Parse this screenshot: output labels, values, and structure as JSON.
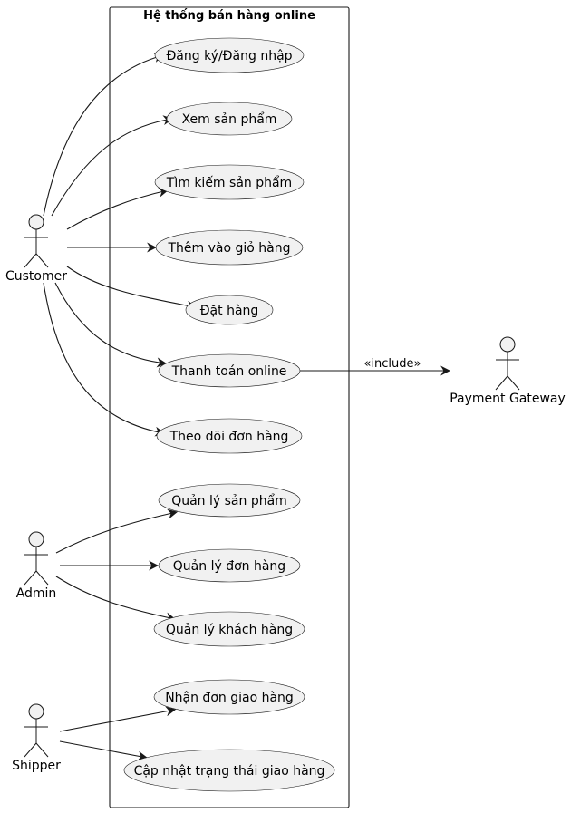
{
  "system": {
    "title": "Hệ thống bán hàng online"
  },
  "actors": {
    "customer": "Customer",
    "admin": "Admin",
    "shipper": "Shipper",
    "payment_gateway": "Payment Gateway"
  },
  "use_cases": [
    {
      "id": "register-login",
      "label": "Đăng ký/Đăng nhập"
    },
    {
      "id": "view-products",
      "label": "Xem sản phẩm"
    },
    {
      "id": "search-products",
      "label": "Tìm kiếm sản phẩm"
    },
    {
      "id": "add-to-cart",
      "label": "Thêm vào giỏ hàng"
    },
    {
      "id": "place-order",
      "label": "Đặt hàng"
    },
    {
      "id": "online-payment",
      "label": "Thanh toán online"
    },
    {
      "id": "track-order",
      "label": "Theo dõi đơn hàng"
    },
    {
      "id": "manage-products",
      "label": "Quản lý sản phẩm"
    },
    {
      "id": "manage-orders",
      "label": "Quản lý đơn hàng"
    },
    {
      "id": "manage-customers",
      "label": "Quản lý khách hàng"
    },
    {
      "id": "receive-delivery",
      "label": "Nhận đơn giao hàng"
    },
    {
      "id": "update-delivery-status",
      "label": "Cập nhật trạng thái giao hàng"
    }
  ],
  "relations": {
    "include_label": "«include»"
  }
}
